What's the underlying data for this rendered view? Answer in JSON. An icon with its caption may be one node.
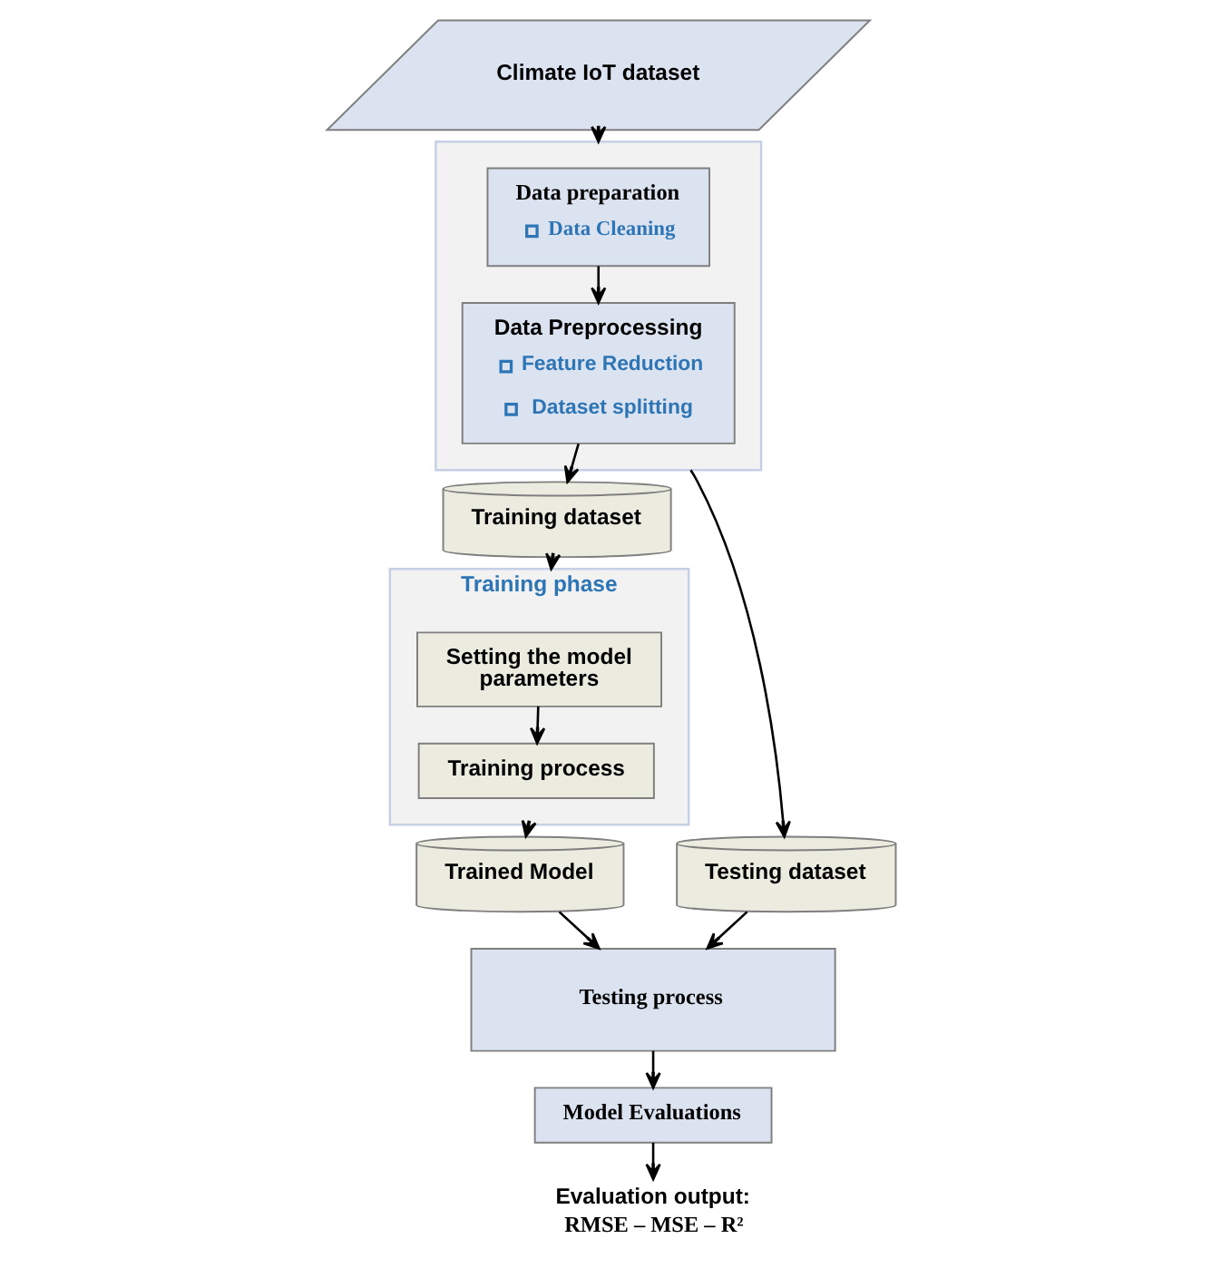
{
  "diagram": {
    "nodes": [
      {
        "text": [
          "Climate IoT dataset"
        ]
      },
      {
        "text": [],
        "shape": "box"
      },
      {
        "text": [
          "Data preparation",
          "Data Cleaning"
        ],
        "in": 1
      },
      {
        "text": [
          "Data Preprocessing",
          "Feature Reduction",
          "Dataset splitting"
        ],
        "in": 1
      },
      {
        "text": [
          "Testing dataset"
        ]
      },
      {
        "text": [
          "Training dataset"
        ]
      },
      {
        "text": [
          "Training phase"
        ]
      },
      {
        "text": [
          "Setting the model parameters"
        ],
        "in": 6
      },
      {
        "text": [
          "Training process"
        ],
        "in": 6
      },
      {
        "text": [
          "Trained Model"
        ]
      },
      {
        "text": [
          "Testing process"
        ]
      },
      {
        "text": [
          "Model Evaluations"
        ]
      },
      {
        "text": [
          "Evaluation output:",
          "RMSE – MSE – R²"
        ]
      }
    ],
    "edges": [
      {
        "from": 0,
        "to": 1,
        "arrow": "to"
      },
      {
        "from": 2,
        "to": 3,
        "arrow": "to"
      },
      {
        "from": 3,
        "to": 5,
        "arrow": "to"
      },
      {
        "from": 1,
        "to": 4,
        "arrow": "to"
      },
      {
        "from": 5,
        "to": 6,
        "arrow": "to"
      },
      {
        "from": 7,
        "to": 8,
        "arrow": "to"
      },
      {
        "from": 6,
        "to": 9,
        "arrow": "to"
      },
      {
        "from": 4,
        "to": 10,
        "arrow": "to"
      },
      {
        "from": 9,
        "to": 10,
        "arrow": "to"
      },
      {
        "from": 10,
        "to": 11,
        "arrow": "to"
      },
      {
        "from": 11,
        "to": 12,
        "arrow": "to"
      }
    ]
  }
}
